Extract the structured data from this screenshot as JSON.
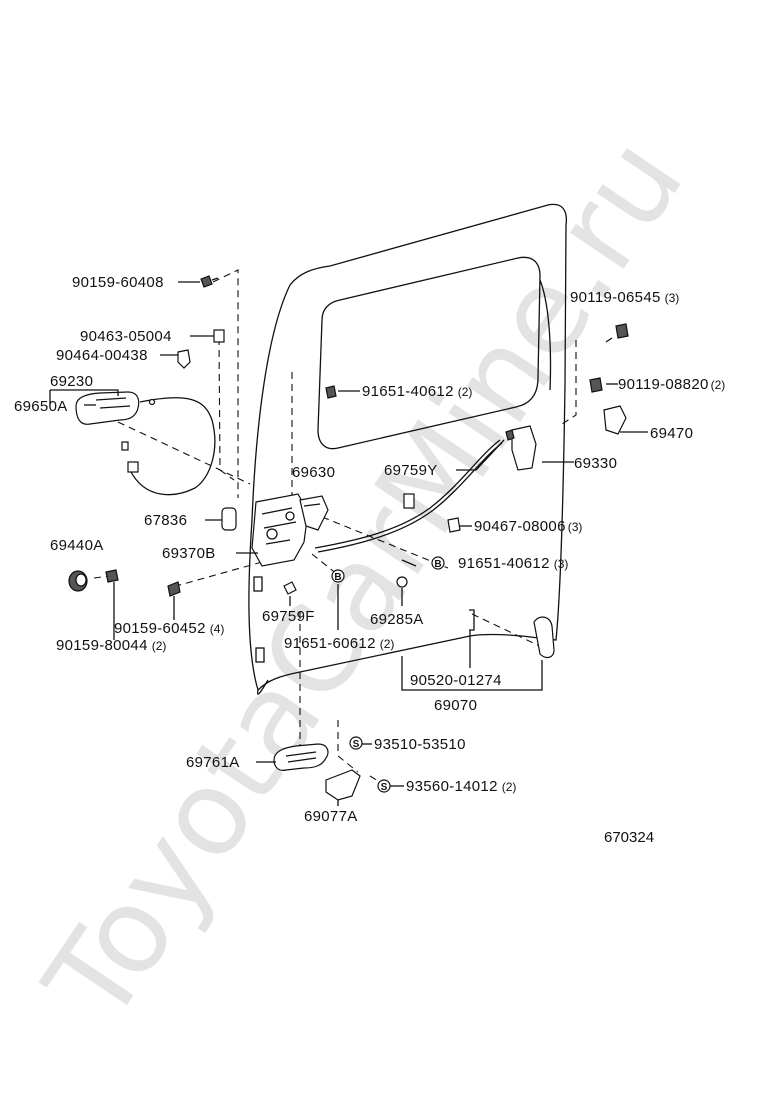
{
  "watermark": "ToyotaCarMine.ru",
  "diagram_id": "670324",
  "parts": {
    "p_90159_60408": "90159-60408",
    "p_90463_05004": "90463-05004",
    "p_90464_00438": "90464-00438",
    "p_69230": "69230",
    "p_69650A": "69650A",
    "p_69630": "69630",
    "p_69759Y": "69759Y",
    "p_67836": "67836",
    "p_69370B": "69370B",
    "p_69440A": "69440A",
    "p_90159_60452": "90159-60452",
    "p_90159_80044": "90159-80044",
    "p_69759F": "69759F",
    "p_91651_60612": "91651-60612",
    "p_69285A": "69285A",
    "p_90520_01274": "90520-01274",
    "p_69070": "69070",
    "p_69761A": "69761A",
    "p_69077A": "69077A",
    "p_93510_53510": "93510-53510",
    "p_93560_14012": "93560-14012",
    "p_90119_06545": "90119-06545",
    "p_90119_08820": "90119-08820",
    "p_69470": "69470",
    "p_91651_40612_top": "91651-40612",
    "p_69330": "69330",
    "p_90467_08006": "90467-08006",
    "p_91651_40612_mid": "91651-40612"
  },
  "quantities": {
    "q_90159_60452": "(4)",
    "q_90159_80044": "(2)",
    "q_91651_60612": "(2)",
    "q_93560_14012": "(2)",
    "q_90119_06545": "(3)",
    "q_90119_08820": "(2)",
    "q_91651_40612_top": "(2)",
    "q_90467_08006": "(3)",
    "q_91651_40612_mid": "(3)"
  },
  "callout_letters": {
    "b1": "B",
    "b2": "B",
    "s1": "S",
    "s2": "S"
  }
}
